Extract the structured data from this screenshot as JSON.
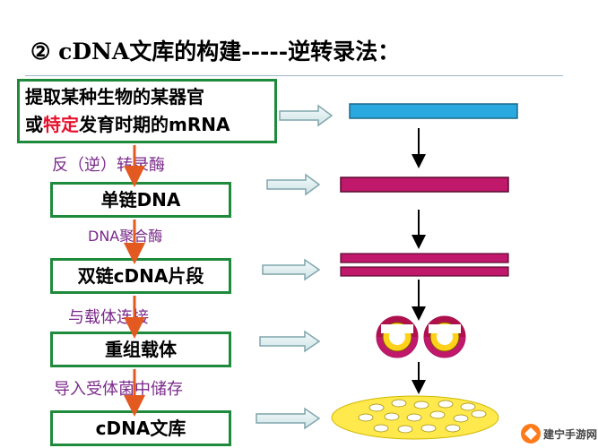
{
  "title": "② cDNA文库的构建-----逆转录法：",
  "boxes": {
    "source_line1": "提取某种生物的某器官",
    "source_line2_prefix": "或",
    "source_line2_highlight": "特定",
    "source_line2_suffix": "发育时期的mRNA",
    "single_strand": "单链DNA",
    "double_strand": "双链cDNA片段",
    "recombinant": "重组载体",
    "library": "cDNA文库"
  },
  "steps": {
    "reverse_transcriptase": "反（逆）转录酶",
    "dna_polymerase": "DNA聚合酶",
    "vector_ligation": "与载体连接",
    "import_host": "导入受体菌中储存"
  },
  "watermark": "建宁手游网",
  "colors": {
    "box_border": "#1e8a3c",
    "mrna_bar": "#29a9e0",
    "dna_bar": "#c0186a",
    "plasmid_yellow": "#ffd11a",
    "dish": "#ffe94d",
    "label": "#7a2a8a",
    "highlight": "#e8112d"
  }
}
